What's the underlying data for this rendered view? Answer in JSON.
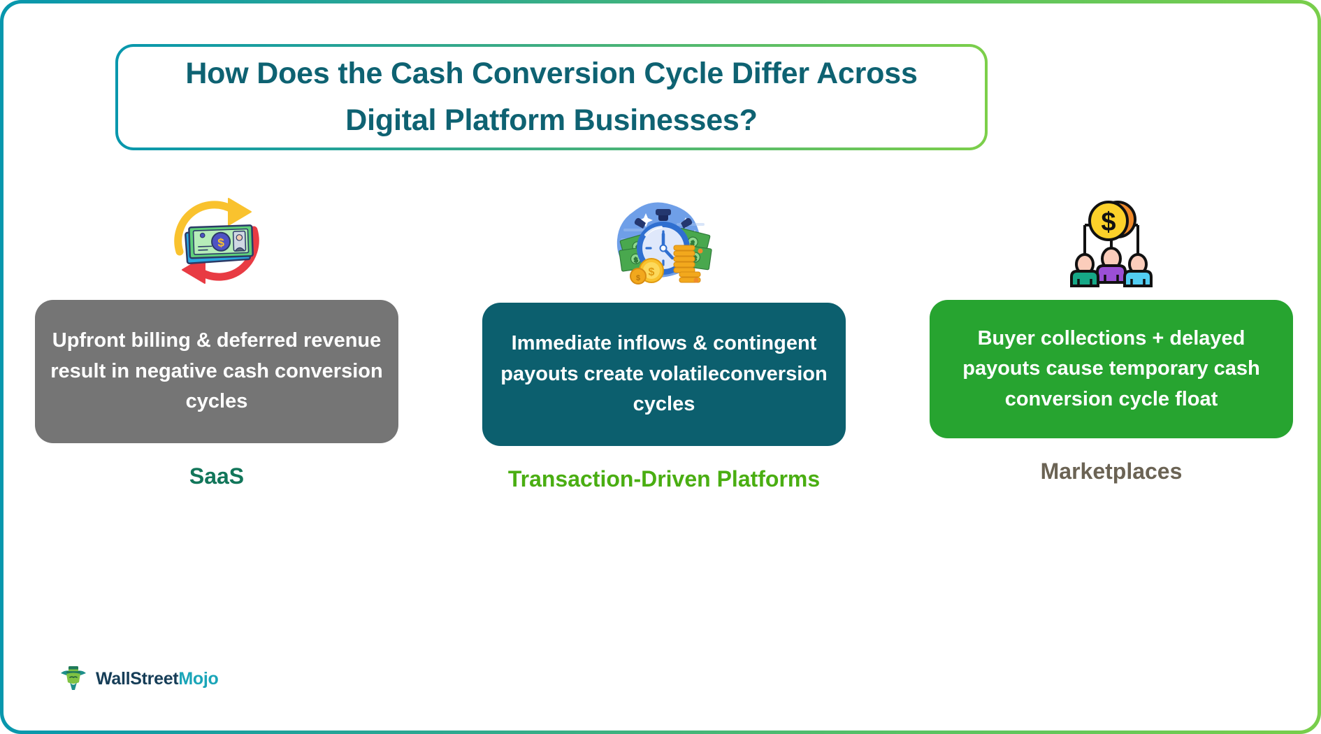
{
  "title": "How Does the Cash Conversion Cycle Differ Across Digital Platform Businesses?",
  "columns": [
    {
      "icon": "recurring-revenue-cycle-icon",
      "card_text": "Upfront billing & deferred revenue result in negative cash conversion cycles",
      "caption": "SaaS",
      "card_color": "#757575",
      "caption_color": "#12765a"
    },
    {
      "icon": "stopwatch-money-icon",
      "card_text": "Immediate inflows & contingent payouts create volatileconversion cycles",
      "caption": "Transaction-Driven Platforms",
      "card_color": "#0c5f6e",
      "caption_color": "#4aae12"
    },
    {
      "icon": "coin-network-people-icon",
      "card_text": "Buyer collections + delayed payouts cause temporary cash conversion cycle float",
      "caption": "Marketplaces",
      "card_color": "#27a430",
      "caption_color": "#6b6354"
    }
  ],
  "logo": {
    "icon": "wallstreetmojo-bull-icon",
    "part1": "WallStreet",
    "part2": "Mojo",
    "part1_color": "#163d57",
    "part2_color": "#1aa5b8"
  },
  "theme": {
    "frame_gradient_start": "#0897ad",
    "frame_gradient_end": "#79ce4b",
    "title_color": "#0e6272",
    "background": "#ffffff"
  }
}
